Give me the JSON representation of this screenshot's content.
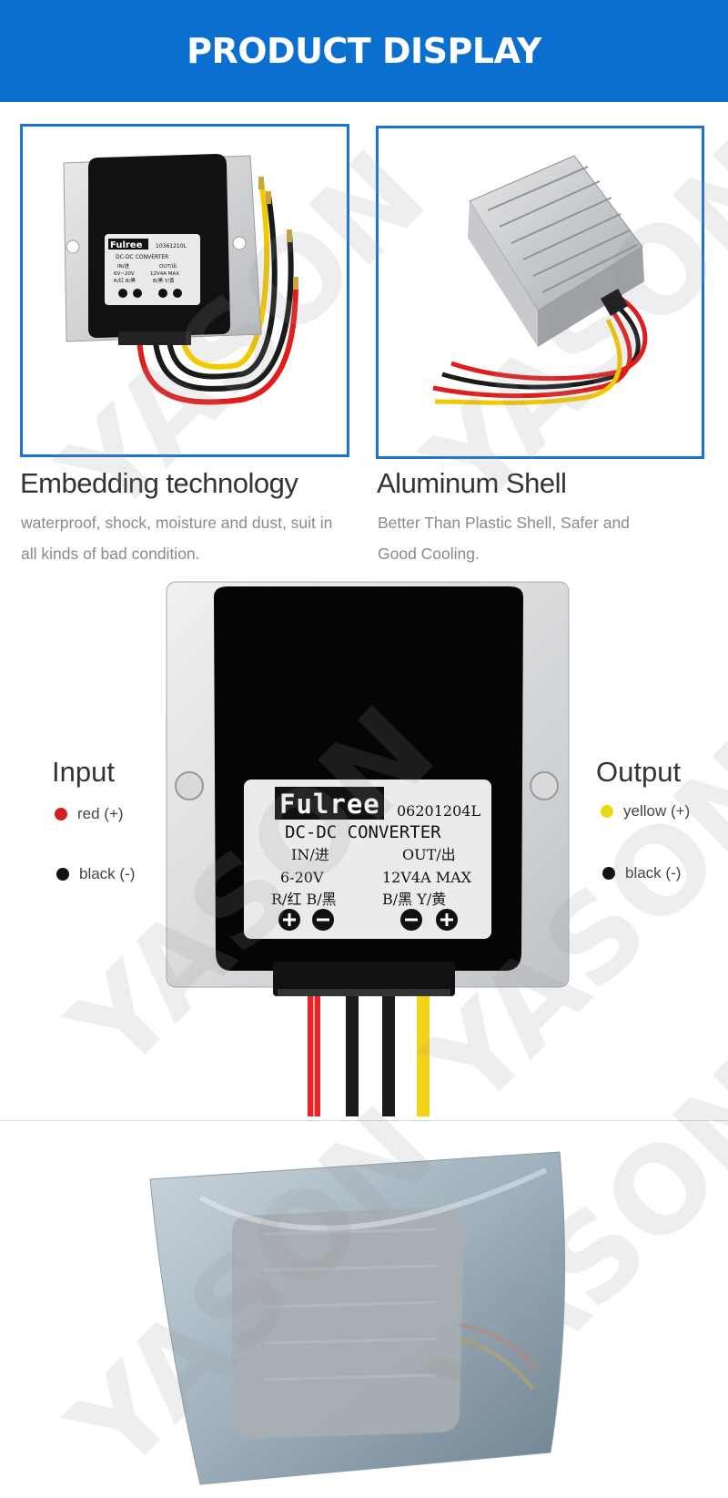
{
  "header": {
    "title": "PRODUCT DISPLAY"
  },
  "watermark": "YASON",
  "colors": {
    "banner": "#0b6fd0",
    "frame": "#1a73d6"
  },
  "features": [
    {
      "title": "Embedding technology",
      "description": "waterproof, shock, moisture and dust, suit in all kinds of bad condition."
    },
    {
      "title": "Aluminum Shell",
      "description": "Better Than Plastic Shell, Safer and Good Cooling."
    }
  ],
  "small_label": {
    "brand": "Fulree",
    "model": "10361210L",
    "type": "DC-DC CONVERTER",
    "in_label": "IN/进",
    "out_label": "OUT/出",
    "in_spec": "6V~20V",
    "out_spec": "12V4A MAX",
    "in_wires": "R/红 B/黑",
    "out_wires": "B/黑 Y/黄"
  },
  "big_label": {
    "brand": "Fulree",
    "model": "06201204L",
    "type": "DC-DC CONVERTER",
    "in_label": "IN/进",
    "out_label": "OUT/出",
    "in_spec": "6-20V",
    "out_spec": "12V4A MAX",
    "in_wires": "R/红 B/黑",
    "out_wires": "B/黑 Y/黄"
  },
  "input": {
    "title": "Input",
    "items": [
      {
        "label": "red (+)",
        "color": "#d41f1f"
      },
      {
        "label": "black (-)",
        "color": "#111111"
      }
    ]
  },
  "output": {
    "title": "Output",
    "items": [
      {
        "label": "yellow (+)",
        "color": "#e8dc10"
      },
      {
        "label": "black (-)",
        "color": "#111111"
      }
    ]
  }
}
